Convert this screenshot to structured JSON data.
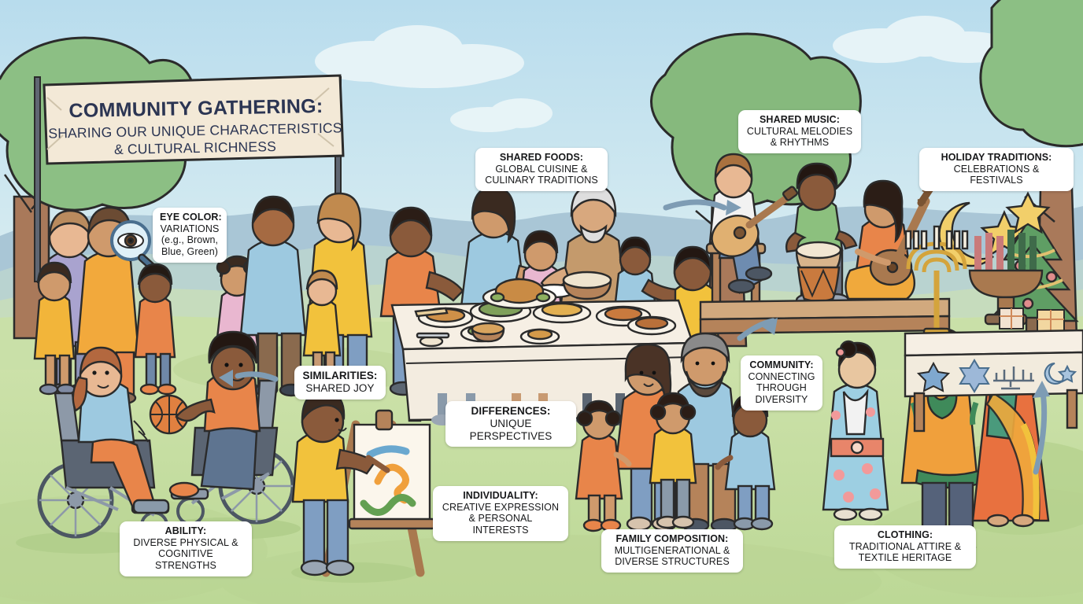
{
  "scene": {
    "title": "Community Gathering Illustration",
    "style": "flat cartoon line-art park scene",
    "palette": {
      "sky_top": "#bfe0ef",
      "sky_bottom": "#dcedf2",
      "hill_far": "#aac6d4",
      "hill_mid": "#bcd4d2",
      "grass_back": "#cfe0ae",
      "grass_front": "#c3dca0",
      "grass_dark": "#b6d493",
      "tree_canopy": "#8cbf84",
      "tree_trunk": "#a9795a",
      "outline": "#2b2b2b",
      "banner_cloth": "#f3e9d7",
      "banner_text": "#2b3553",
      "label_bg": "#ffffff",
      "label_text": "#17181a",
      "arrow": "#7e9cb4",
      "skin_light": "#e8b893",
      "skin_mid": "#c88e62",
      "skin_dark": "#8a5a3b",
      "orange": "#e8854a",
      "yellow": "#f2b53a",
      "blue_shirt": "#9dc9e0",
      "green_shirt": "#8cc07e",
      "lavender": "#a9a3cf",
      "denim": "#7f9ec2"
    }
  },
  "banner": {
    "name": "community-gathering-banner",
    "title": "COMMUNITY GATHERING:",
    "subtitle_line1": "SHARING OUR UNIQUE CHARACTERISTICS",
    "subtitle_line2": "& CULTURAL RICHNESS"
  },
  "labels": [
    {
      "id": "eye-color",
      "heading": "EYE COLOR:",
      "body_lines": [
        "VARIATIONS",
        "(e.g., Brown,",
        "Blue, Green)"
      ]
    },
    {
      "id": "shared-foods",
      "heading": "SHARED FOODS:",
      "body_lines": [
        "GLOBAL CUISINE &",
        "CULINARY TRADITIONS"
      ]
    },
    {
      "id": "shared-music",
      "heading": "SHARED MUSIC:",
      "body_lines": [
        "CULTURAL MELODIES",
        "& RHYTHMS"
      ]
    },
    {
      "id": "holiday-traditions",
      "heading": "HOLIDAY TRADITIONS:",
      "body_lines": [
        "CELEBRATIONS & FESTIVALS"
      ]
    },
    {
      "id": "similarities",
      "heading": "SIMILARITIES:",
      "body_lines": [
        "SHARED JOY"
      ]
    },
    {
      "id": "differences",
      "heading": "DIFFERENCES:",
      "body_lines": [
        "UNIQUE PERSPECTIVES"
      ]
    },
    {
      "id": "community",
      "heading": "COMMUNITY:",
      "body_lines": [
        "CONNECTING",
        "THROUGH",
        "DIVERSITY"
      ]
    },
    {
      "id": "ability",
      "heading": "ABILITY:",
      "body_lines": [
        "DIVERSE PHYSICAL &",
        "COGNITIVE STRENGTHS"
      ]
    },
    {
      "id": "individuality",
      "heading": "INDIVIDUALITY:",
      "body_lines": [
        "CREATIVE EXPRESSION",
        "& PERSONAL INTERESTS"
      ]
    },
    {
      "id": "family-composition",
      "heading": "FAMILY COMPOSITION:",
      "body_lines": [
        "MULTIGENERATIONAL &",
        "DIVERSE STRUCTURES"
      ]
    },
    {
      "id": "clothing",
      "heading": "CLOTHING:",
      "body_lines": [
        "TRADITIONAL ATTIRE &",
        "TEXTILE HERITAGE"
      ]
    }
  ],
  "scene_elements": {
    "left_group": "family with magnifying glass examining eye color, adults and children",
    "wheelchair_pair": "two people in wheelchairs passing a basketball",
    "artist": "child painting colorful brushstrokes on an easel",
    "food_table": "long buffet table with global dishes, roast, bowls and platters",
    "music_stage": "wooden stage with guitar player, djembe drummer and sitar player",
    "family_group": "multigenerational family of five standing together",
    "clothing_group": "three people in kimono, dashiki and sari",
    "holiday_table": "table with menorah, kinara, Christmas tree, crescent moon and faith symbols"
  }
}
